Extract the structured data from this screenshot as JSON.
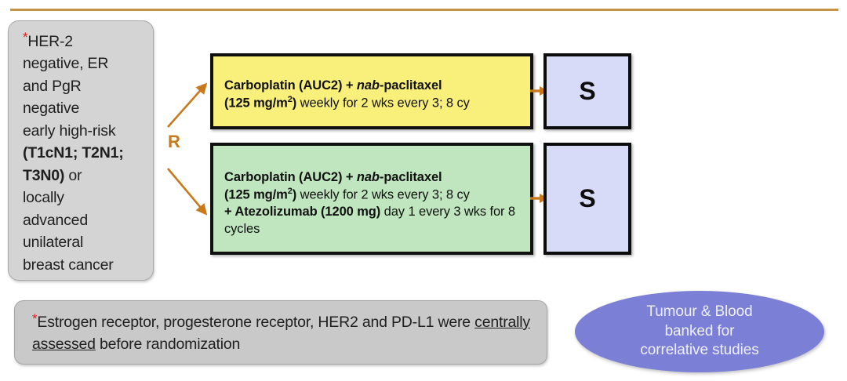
{
  "colors": {
    "top_rule": "#c69344",
    "panel_grey": "#d4d4d4",
    "footnote_grey": "#c9c9c9",
    "arm_a_fill": "#f9f07c",
    "arm_b_fill": "#bfe6bf",
    "surgery_fill": "#d8dbf7",
    "ellipse_fill": "#7b7fd6",
    "randomization_orange": "#c8791c",
    "asterisk_red": "#e02020",
    "border_black": "#101010"
  },
  "eligibility": {
    "asterisk": "*",
    "line_1": "HER-2",
    "line_2": "negative, ER",
    "line_3": "and PgR",
    "line_4": "negative",
    "line_5": "early high-risk",
    "line_6_bold": "(T1cN1; T2N1;",
    "line_7_bold": "T3N0)",
    "line_7_rest": " or",
    "line_8": "locally",
    "line_9": "advanced",
    "line_10": "unilateral",
    "line_11": "breast cancer"
  },
  "randomization": {
    "label": "R",
    "icon": "randomization-arrows-icon"
  },
  "arms": [
    {
      "id": "arm-a",
      "name": "control-arm",
      "fill": "#f9f07c",
      "drug_1_bold": "Carboplatin (AUC2) + ",
      "drug_1_italic": "nab",
      "drug_1_bold_tail": "-paclitaxel",
      "dose_bold": "(125 mg/m",
      "dose_sup": "2",
      "dose_bold_close": ")",
      "schedule": " weekly for 2 wks every 3; 8 cy"
    },
    {
      "id": "arm-b",
      "name": "experimental-arm",
      "fill": "#bfe6bf",
      "drug_1_bold": "Carboplatin (AUC2) + ",
      "drug_1_italic": "nab",
      "drug_1_bold_tail": "-paclitaxel",
      "dose_bold": "(125 mg/m",
      "dose_sup": "2",
      "dose_bold_close": ")",
      "schedule": " weekly for 2 wks every 3; 8 cy",
      "addon_bold": "+ Atezolizumab (1200 mg)",
      "addon_schedule": " day 1 every 3 wks for 8 cycles"
    }
  ],
  "surgery": {
    "label": "S",
    "arm_a_label": "S",
    "arm_b_label": "S"
  },
  "footnote": {
    "asterisk": "*",
    "part_1": "Estrogen receptor, progesterone receptor, HER2 and PD-L1 were ",
    "underlined": "centrally assessed",
    "part_2": " before randomization"
  },
  "correlative": {
    "line_1": "Tumour & Blood",
    "line_2": "banked for",
    "line_3": "correlative studies"
  }
}
